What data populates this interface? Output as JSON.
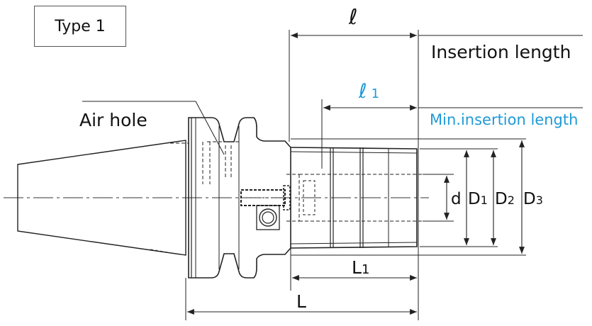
{
  "type_label": "Type 1",
  "labels": {
    "ell": "ℓ",
    "insertion_length": "Insertion length",
    "ell1_main": "ℓ",
    "ell1_sub": "1",
    "min_insertion_length": "Min.insertion length",
    "air_hole": "Air hole",
    "d": "d",
    "D1_main": "D",
    "D1_sub": "1",
    "D2_main": "D",
    "D2_sub": "2",
    "D3_main": "D",
    "D3_sub": "3",
    "L1_main": "L",
    "L1_sub": "1",
    "L": "L"
  },
  "colors": {
    "accent_blue": "#1f9ad6",
    "line": "#222222"
  }
}
